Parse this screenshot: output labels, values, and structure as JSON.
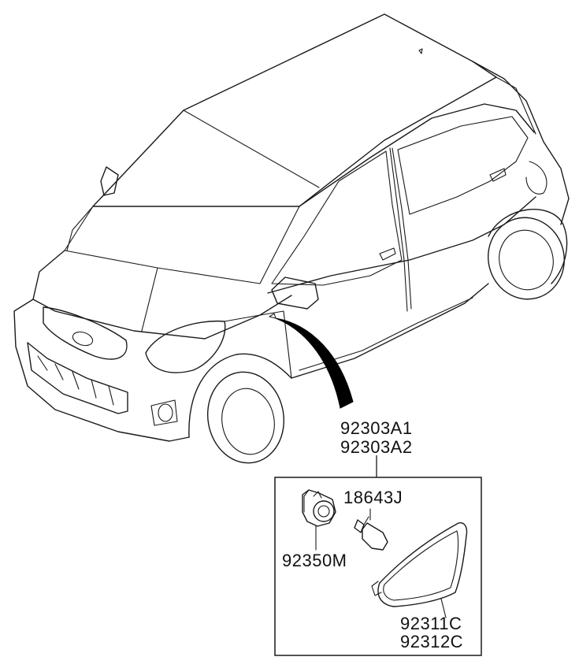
{
  "diagram": {
    "part_labels": {
      "assembly_1": "92303A1",
      "assembly_2": "92303A2",
      "bulb": "18643J",
      "socket": "92350M",
      "lamp_1": "92311C",
      "lamp_2": "92312C"
    }
  }
}
